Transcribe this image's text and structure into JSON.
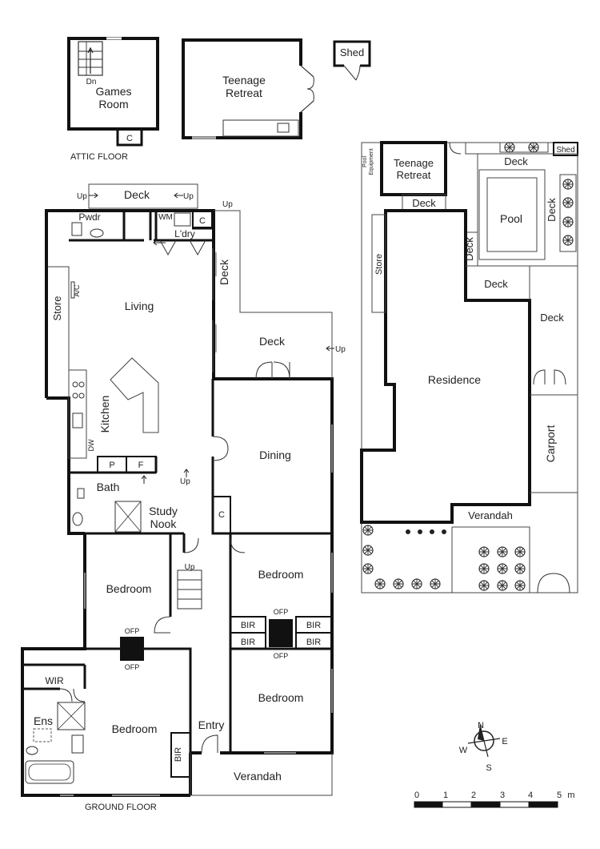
{
  "attic": {
    "games_room_line1": "Games",
    "games_room_line2": "Room",
    "dn": "Dn",
    "c": "C",
    "teenage_line1": "Teenage",
    "teenage_line2": "Retreat",
    "shed": "Shed",
    "floor_label": "ATTIC FLOOR"
  },
  "ground": {
    "deck_top": "Deck",
    "up": "Up",
    "pwdr": "Pwdr",
    "wm": "WM",
    "c": "C",
    "ldry": "L'dry",
    "store": "Store",
    "ac": "A/C",
    "living": "Living",
    "deck_side": "Deck",
    "deck_mid": "Deck",
    "kitchen": "Kitchen",
    "dw": "DW",
    "p": "P",
    "f": "F",
    "dining": "Dining",
    "bath": "Bath",
    "study_line1": "Study",
    "study_line2": "Nook",
    "bedroom": "Bedroom",
    "ofp": "OFP",
    "bir": "BIR",
    "wir": "WIR",
    "ens": "Ens",
    "entry": "Entry",
    "verandah": "Verandah",
    "floor_label": "GROUND FLOOR"
  },
  "site": {
    "pool_equipment_line1": "Pool",
    "pool_equipment_line2": "Equipment",
    "teenage_line1": "Teenage",
    "teenage_line2": "Retreat",
    "shed": "Shed",
    "deck": "Deck",
    "pool": "Pool",
    "store": "Store",
    "residence": "Residence",
    "carport": "Carport",
    "verandah": "Verandah"
  },
  "compass": {
    "n": "N",
    "e": "E",
    "s": "S",
    "w": "W"
  },
  "scale": {
    "ticks": [
      "0",
      "1",
      "2",
      "3",
      "4",
      "5"
    ],
    "unit": "m"
  }
}
